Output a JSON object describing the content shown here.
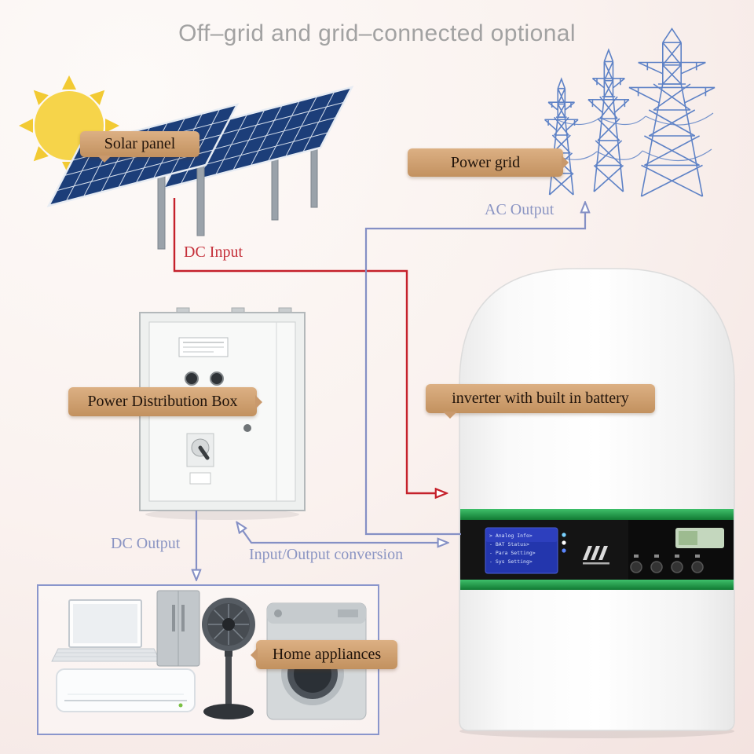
{
  "title": "Off–grid and grid–connected optional",
  "labels": {
    "solar_panel": "Solar panel",
    "power_grid": "Power grid",
    "distribution_box": "Power Distribution Box",
    "inverter": "inverter with built in battery",
    "home_appliances": "Home appliances"
  },
  "flow_labels": {
    "dc_input": "DC Input",
    "ac_output": "AC Output",
    "dc_output": "DC Output",
    "io_conversion": "Input/Output conversion"
  },
  "inverter_display": {
    "lines": [
      "> Analog Info>",
      "- BAT Status>",
      "- Para Setting>",
      "- Sys Setting>"
    ]
  },
  "icons": {
    "sun": "sun-icon",
    "solar_panels": "solar-panels-icon",
    "power_grid_towers": "power-grid-towers-icon",
    "distribution_box": "distribution-box-icon",
    "inverter": "inverter-icon",
    "laptop": "laptop-icon",
    "fridge": "fridge-icon",
    "fan": "fan-icon",
    "washing_machine": "washing-machine-icon",
    "air_conditioner": "air-conditioner-icon"
  },
  "colors": {
    "label_bg": "#cfa076",
    "dc_line_red": "#c5212b",
    "ac_line_blue": "#8590c5",
    "grid_tower_blue": "#5e82c6",
    "solar_cell_blue": "#1c3e79",
    "inverter_green": "#23a14b",
    "sun_yellow": "#f6d44a",
    "appliance_box_border": "#8a96cc"
  }
}
